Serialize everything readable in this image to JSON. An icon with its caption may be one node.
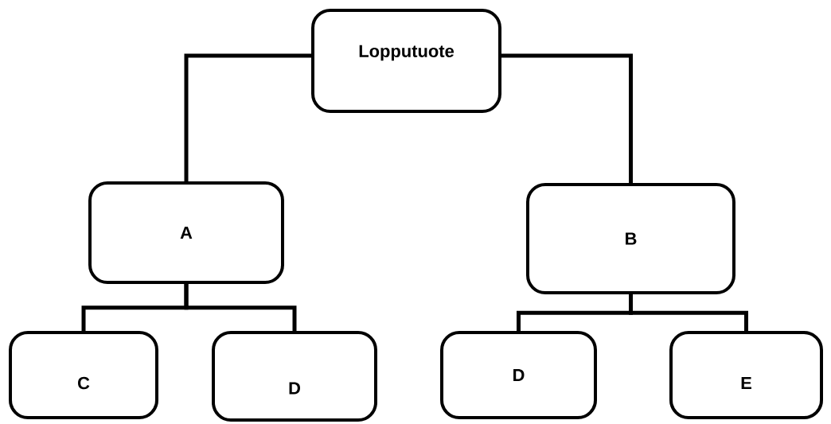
{
  "diagram": {
    "nodes": [
      {
        "text": [
          "Lopputuote"
        ]
      },
      {
        "text": [
          "A"
        ]
      },
      {
        "text": [
          "B"
        ]
      },
      {
        "text": [
          "C"
        ]
      },
      {
        "text": [
          "D"
        ]
      },
      {
        "text": [
          "D"
        ]
      },
      {
        "text": [
          "E"
        ]
      }
    ],
    "edges": [
      {
        "from": 0,
        "to": 1,
        "arrow": "none"
      },
      {
        "from": 0,
        "to": 2,
        "arrow": "none"
      },
      {
        "from": 1,
        "to": 3,
        "arrow": "none"
      },
      {
        "from": 1,
        "to": 4,
        "arrow": "none"
      },
      {
        "from": 2,
        "to": 5,
        "arrow": "none"
      },
      {
        "from": 2,
        "to": 6,
        "arrow": "none"
      }
    ]
  }
}
